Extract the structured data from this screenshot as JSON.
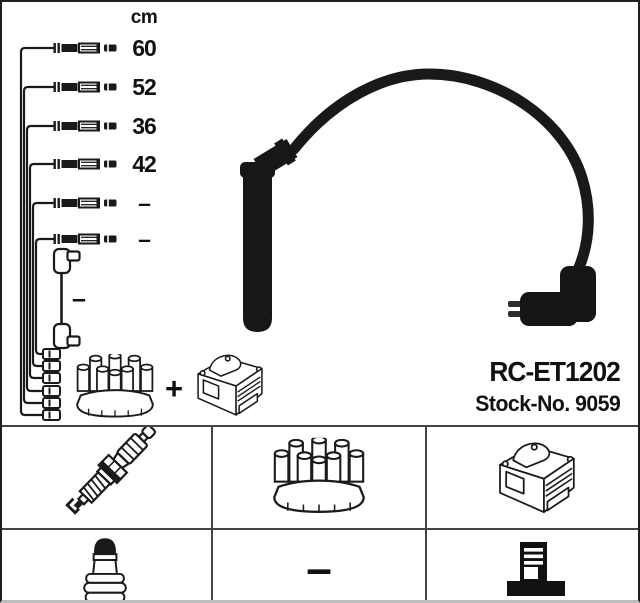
{
  "product": {
    "part_number": "RC-ET1202",
    "stock_no_label": "Stock-No. 9059"
  },
  "length_table": {
    "unit": "cm",
    "rows": [
      "60",
      "52",
      "36",
      "42",
      "–",
      "–"
    ],
    "coil_wire": "–"
  },
  "kit": {
    "plus": "+"
  },
  "bottom_grid": {
    "dash_label": "–",
    "cells": [
      {
        "icon": "spark-plug"
      },
      {
        "icon": "distributor-cap"
      },
      {
        "icon": "ignition-coil"
      },
      {
        "icon": "terminal-nut"
      },
      {
        "icon": "dash"
      },
      {
        "icon": "coil-tower"
      }
    ]
  },
  "upper_icons": [
    "plug-wire-connector",
    "coil-wire",
    "distributor-cap",
    "ignition-coil",
    "ignition-cable-photo"
  ],
  "colors": {
    "background": "#ffffff",
    "diagram_line": "#1a1a1a",
    "cable_black": "#171717",
    "grid_border": "#444444",
    "outer_border": "#1f1f1f",
    "bottom_edge": "#bdbdbd"
  }
}
